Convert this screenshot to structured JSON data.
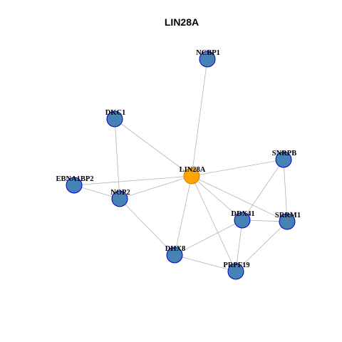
{
  "title": "LIN28A",
  "colors": {
    "hub_fill": "#FFA500",
    "hub_stroke": "#C88000",
    "node_fill": "#4682B4",
    "node_stroke": "#0000CD",
    "edge": "#B3B3B3"
  },
  "nodes": [
    {
      "id": "LIN28A",
      "label": "LIN28A",
      "hub": true
    },
    {
      "id": "NCBP1",
      "label": "NCBP1",
      "hub": false
    },
    {
      "id": "DKC1",
      "label": "DKC1",
      "hub": false
    },
    {
      "id": "SNRPB",
      "label": "SNRPB",
      "hub": false
    },
    {
      "id": "EBNA1BP2",
      "label": "EBNA1BP2",
      "hub": false
    },
    {
      "id": "NOP2",
      "label": "NOP2",
      "hub": false
    },
    {
      "id": "DDX41",
      "label": "DDX41",
      "hub": false
    },
    {
      "id": "SRRM1",
      "label": "SRRM1",
      "hub": false
    },
    {
      "id": "DHX8",
      "label": "DHX8",
      "hub": false
    },
    {
      "id": "PRPF19",
      "label": "PRPF19",
      "hub": false
    }
  ],
  "edges": [
    [
      "LIN28A",
      "NCBP1"
    ],
    [
      "LIN28A",
      "DKC1"
    ],
    [
      "LIN28A",
      "SNRPB"
    ],
    [
      "LIN28A",
      "EBNA1BP2"
    ],
    [
      "LIN28A",
      "NOP2"
    ],
    [
      "LIN28A",
      "DDX41"
    ],
    [
      "LIN28A",
      "SRRM1"
    ],
    [
      "LIN28A",
      "DHX8"
    ],
    [
      "LIN28A",
      "PRPF19"
    ],
    [
      "DKC1",
      "NOP2"
    ],
    [
      "EBNA1BP2",
      "NOP2"
    ],
    [
      "NOP2",
      "DHX8"
    ],
    [
      "SNRPB",
      "DDX41"
    ],
    [
      "SNRPB",
      "SRRM1"
    ],
    [
      "DDX41",
      "SRRM1"
    ],
    [
      "DDX41",
      "DHX8"
    ],
    [
      "DDX41",
      "PRPF19"
    ],
    [
      "SRRM1",
      "PRPF19"
    ],
    [
      "DHX8",
      "PRPF19"
    ]
  ]
}
